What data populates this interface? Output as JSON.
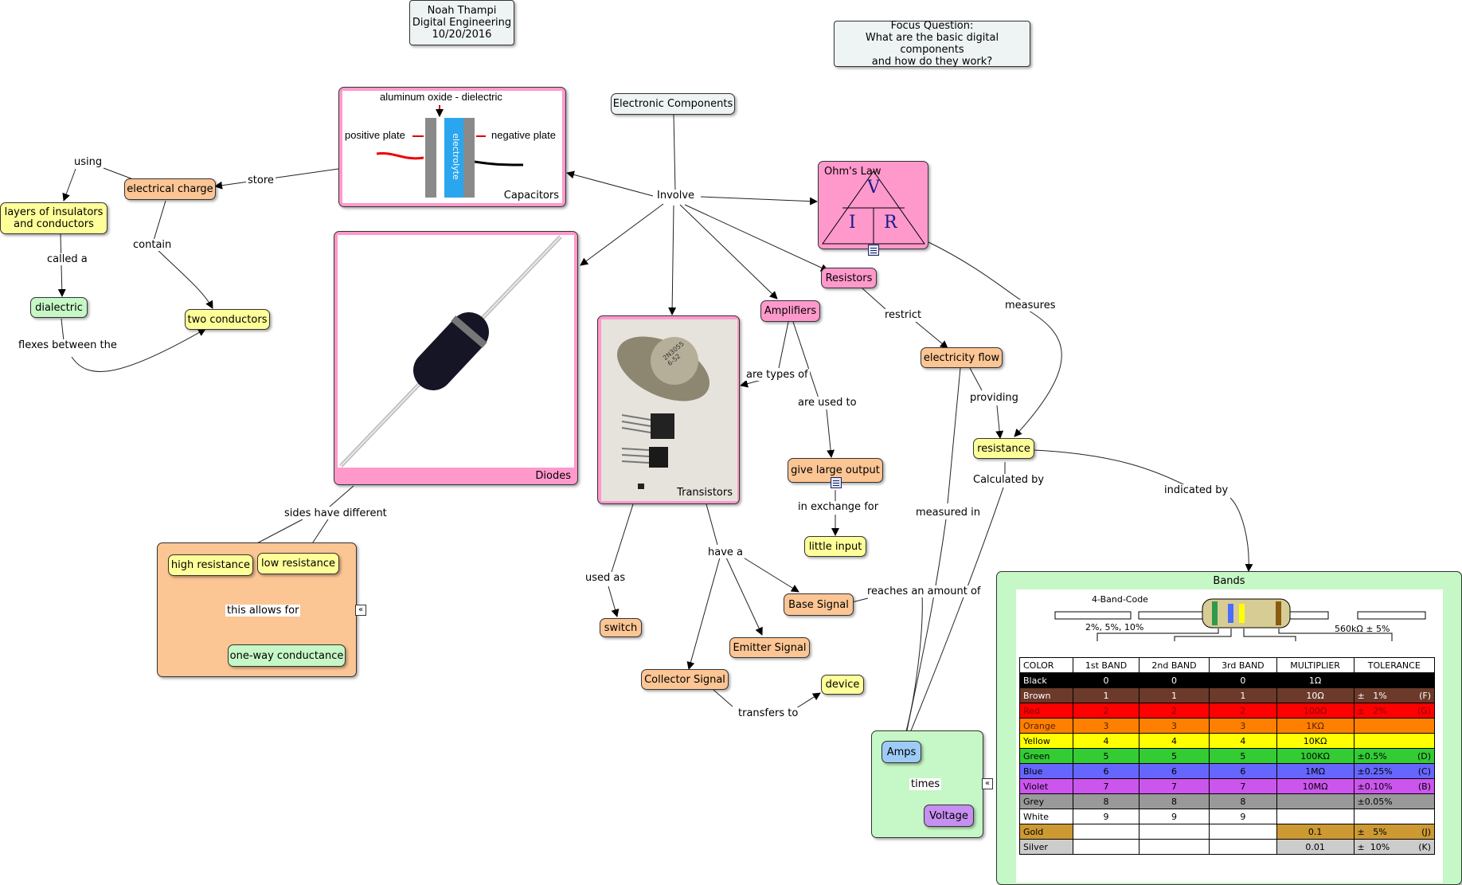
{
  "header": {
    "author": "Noah Thampi\nDigital Engineering\n10/20/2016",
    "focus_question": "Focus Question:\nWhat are the basic digital components\nand how do they work?"
  },
  "nodes": {
    "electronic_components": "Electronic Components",
    "electrical_charge": "electrical charge",
    "layers": "layers of insulators\nand conductors",
    "dialectric": "dialectric",
    "two_conductors": "two conductors",
    "resistors": "Resistors",
    "amplifiers": "Amplifiers",
    "electricity_flow": "electricity flow",
    "resistance": "resistance",
    "give_large_output": "give large output",
    "little_input": "little input",
    "switch": "switch",
    "base_signal": "Base Signal",
    "emitter_signal": "Emitter Signal",
    "collector_signal": "Collector Signal",
    "device": "device",
    "high_resistance": "high resistance",
    "low_resistance": "low resistance",
    "one_way_conductance": "one-way conductance",
    "amps": "Amps",
    "voltage": "Voltage"
  },
  "links": {
    "involve": "Involve",
    "store": "store",
    "using": "using",
    "called_a": "called a",
    "contain": "contain",
    "flexes_between_the": "flexes between the",
    "restrict": "restrict",
    "measures": "measures",
    "providing": "providing",
    "are_types_of": "are types of",
    "are_used_to": "are used to",
    "in_exchange_for": "in exchange for",
    "calculated_by": "Calculated by",
    "measured_in": "measured in",
    "indicated_by": "indicated by",
    "sides_have_different": "sides have different",
    "this_allows_for": "this allows for",
    "used_as": "used as",
    "have_a": "have a",
    "reaches_an_amount_of": "reaches an amount of",
    "transfers_to": "transfers to",
    "times": "times"
  },
  "images": {
    "capacitors": {
      "caption": "Capacitors",
      "dielectric_label": "aluminum oxide - dielectric",
      "positive_label": "positive plate",
      "negative_label": "negative plate",
      "electrolyte_label": "electrolyte"
    },
    "diodes": {
      "caption": "Diodes"
    },
    "transistors": {
      "caption": "Transistors",
      "marking": "2N3055\n6-52"
    },
    "ohms_law": {
      "caption": "Ohm's Law",
      "v": "V",
      "i": "I",
      "r": "R"
    }
  },
  "bands": {
    "title": "Bands",
    "code_label": "4-Band-Code",
    "tolerance_note": "2%, 5%, 10%",
    "example_value": "560kΩ ± 5%",
    "headers": [
      "COLOR",
      "1st BAND",
      "2nd BAND",
      "3rd BAND",
      "MULTIPLIER",
      "TOLERANCE"
    ],
    "rows": [
      {
        "color": "Black",
        "b1": "0",
        "b2": "0",
        "b3": "0",
        "mult": "1Ω",
        "tol": "",
        "code": "",
        "bg": "#000000",
        "fg": "#ffffff"
      },
      {
        "color": "Brown",
        "b1": "1",
        "b2": "1",
        "b3": "1",
        "mult": "10Ω",
        "tol": "±   1%",
        "code": "(F)",
        "bg": "#6b3a2a",
        "fg": "#ffffff"
      },
      {
        "color": "Red",
        "b1": "2",
        "b2": "2",
        "b3": "2",
        "mult": "100Ω",
        "tol": "±   2%",
        "code": "(G)",
        "bg": "#ff0000",
        "fg": "#8a0000"
      },
      {
        "color": "Orange",
        "b1": "3",
        "b2": "3",
        "b3": "3",
        "mult": "1KΩ",
        "tol": "",
        "code": "",
        "bg": "#ff8000",
        "fg": "#552200"
      },
      {
        "color": "Yellow",
        "b1": "4",
        "b2": "4",
        "b3": "4",
        "mult": "10KΩ",
        "tol": "",
        "code": "",
        "bg": "#ffff00",
        "fg": "#000000"
      },
      {
        "color": "Green",
        "b1": "5",
        "b2": "5",
        "b3": "5",
        "mult": "100KΩ",
        "tol": "±0.5%",
        "code": "(D)",
        "bg": "#33cc33",
        "fg": "#000000"
      },
      {
        "color": "Blue",
        "b1": "6",
        "b2": "6",
        "b3": "6",
        "mult": "1MΩ",
        "tol": "±0.25%",
        "code": "(C)",
        "bg": "#6666ff",
        "fg": "#000000"
      },
      {
        "color": "Violet",
        "b1": "7",
        "b2": "7",
        "b3": "7",
        "mult": "10MΩ",
        "tol": "±0.10%",
        "code": "(B)",
        "bg": "#cc55ee",
        "fg": "#000000"
      },
      {
        "color": "Grey",
        "b1": "8",
        "b2": "8",
        "b3": "8",
        "mult": "",
        "tol": "±0.05%",
        "code": "",
        "bg": "#999999",
        "fg": "#000000"
      },
      {
        "color": "White",
        "b1": "9",
        "b2": "9",
        "b3": "9",
        "mult": "",
        "tol": "",
        "code": "",
        "bg": "#ffffff",
        "fg": "#000000"
      },
      {
        "color": "Gold",
        "b1": "",
        "b2": "",
        "b3": "",
        "mult": "0.1",
        "tol": "±   5%",
        "code": "(J)",
        "bg": "#cc9933",
        "fg": "#000000"
      },
      {
        "color": "Silver",
        "b1": "",
        "b2": "",
        "b3": "",
        "mult": "0.01",
        "tol": "±  10%",
        "code": "(K)",
        "bg": "#cccccc",
        "fg": "#000000"
      }
    ]
  },
  "colors": {
    "orange": "#fcc594",
    "yellow": "#ffff99",
    "green": "#c6f7c6",
    "pink": "#ff99cc",
    "blue": "#9ecbf5",
    "violet": "#c68ff0"
  }
}
